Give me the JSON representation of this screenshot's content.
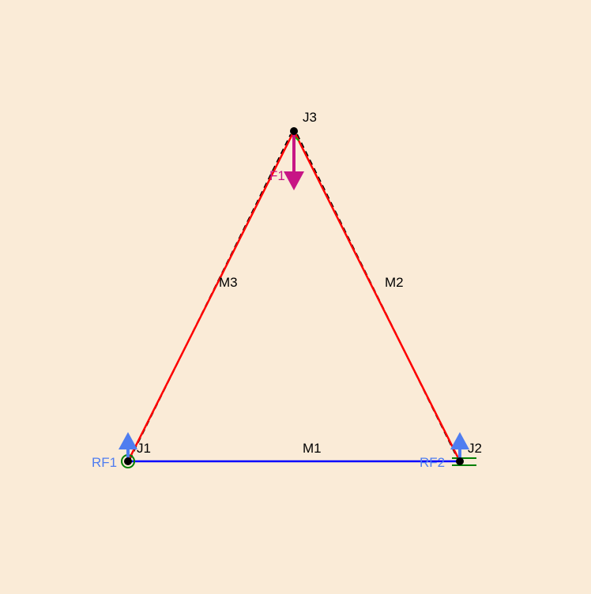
{
  "colors": {
    "background": "#faebd7",
    "tension_member": "#ff0000",
    "compression_member": "#0000ff",
    "deformed_shape": "#000000",
    "load": "#c71585",
    "reaction": "#4f7df0",
    "support": "#008000",
    "label": "#000000"
  },
  "joints": [
    {
      "id": "J1",
      "label": "J1"
    },
    {
      "id": "J2",
      "label": "J2"
    },
    {
      "id": "J3",
      "label": "J3"
    }
  ],
  "members": [
    {
      "label": "M1",
      "from": "J1",
      "to": "J2",
      "state": "compression"
    },
    {
      "label": "M2",
      "from": "J2",
      "to": "J3",
      "state": "tension"
    },
    {
      "label": "M3",
      "from": "J1",
      "to": "J3",
      "state": "tension"
    }
  ],
  "loads": [
    {
      "label": "F1",
      "joint": "J3",
      "direction": "down"
    }
  ],
  "reactions": [
    {
      "label": "RF1",
      "joint": "J1",
      "direction": "up"
    },
    {
      "label": "RF2",
      "joint": "J2",
      "direction": "up"
    }
  ],
  "supports": [
    {
      "joint": "J1",
      "type": "pin"
    },
    {
      "joint": "J2",
      "type": "roller"
    }
  ]
}
